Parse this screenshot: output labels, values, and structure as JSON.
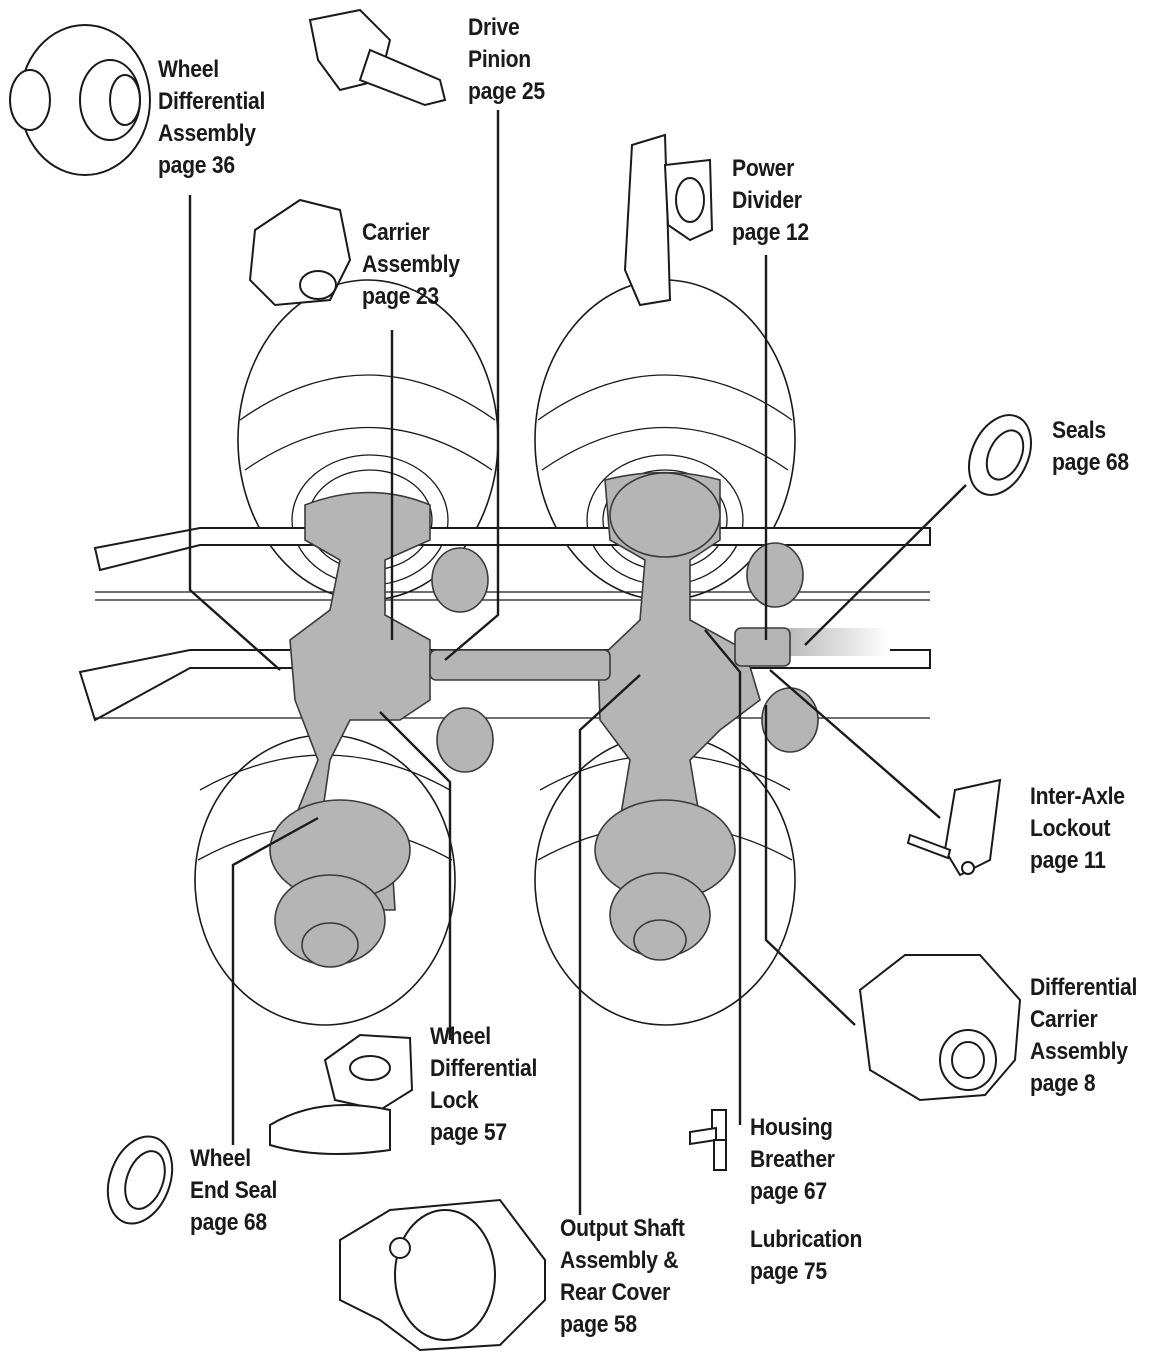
{
  "callouts": {
    "wheel_differential_assembly": [
      "Wheel",
      "Differential",
      "Assembly",
      "page 36"
    ],
    "drive_pinion": [
      "Drive",
      "Pinion",
      "page 25"
    ],
    "carrier_assembly": [
      "Carrier",
      "Assembly",
      "page 23"
    ],
    "power_divider": [
      "Power",
      "Divider",
      "page 12"
    ],
    "seals": [
      "Seals",
      "page 68"
    ],
    "inter_axle_lockout": [
      "Inter-Axle",
      "Lockout",
      "page 11"
    ],
    "differential_carrier_assembly": [
      "Differential",
      "Carrier",
      "Assembly",
      "page 8"
    ],
    "wheel_differential_lock": [
      "Wheel",
      "Differential",
      "Lock",
      "page 57"
    ],
    "wheel_end_seal": [
      "Wheel",
      "End Seal",
      "page 68"
    ],
    "housing_breather": [
      "Housing",
      "Breather",
      "page 67"
    ],
    "lubrication": [
      "Lubrication",
      "page 75"
    ],
    "output_shaft_assembly": [
      "Output Shaft",
      "Assembly &",
      "Rear Cover",
      "page 58"
    ]
  },
  "colors": {
    "line": "#1a1a1a",
    "housing_grey": "#b5b5b5"
  }
}
